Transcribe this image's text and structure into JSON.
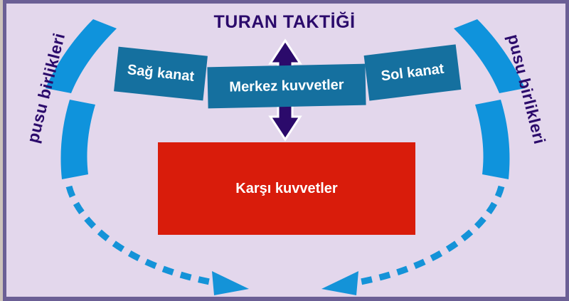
{
  "diagram": {
    "title": "TURAN TAKTİĞİ",
    "colors": {
      "background": "#e3d7ec",
      "frame": "#6b5f95",
      "outer_edge": "#cdc3bb",
      "unit_box": "#15709f",
      "enemy_box": "#d91c0b",
      "arc_blue": "#0f93dc",
      "arrow_navy": "#2b0a6b",
      "text_light": "#ffffff",
      "text_navy": "#2b0a6b"
    },
    "units": {
      "right_wing": "Sağ kanat",
      "center": "Merkez kuvvetler",
      "left_wing": "Sol kanat"
    },
    "enemy": "Karşı kuvvetler",
    "ambush_left": "pusu birlikleri",
    "ambush_right": "pusu birlikleri",
    "arrows": {
      "center_up": "arrow-up",
      "center_down": "arrow-down",
      "flank_left": "curved-dashed-arrow-right",
      "flank_right": "curved-dashed-arrow-left"
    }
  }
}
